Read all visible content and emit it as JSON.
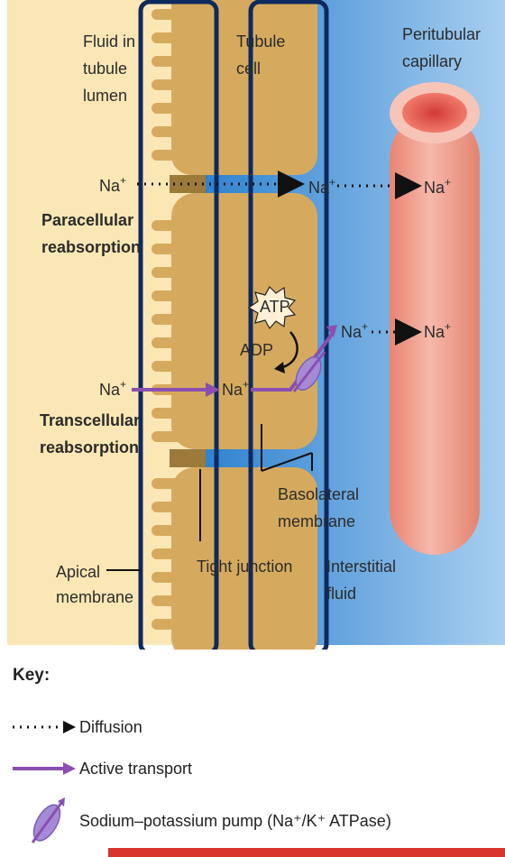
{
  "labels": {
    "fluid_in_tubule_lumen": [
      "Fluid in",
      "tubule",
      "lumen"
    ],
    "tubule_cell": [
      "Tubule",
      "cell"
    ],
    "peritubular_capillary": [
      "Peritubular",
      "capillary"
    ],
    "paracellular_reabsorption": [
      "Paracellular",
      "reabsorption"
    ],
    "transcellular_reabsorption": [
      "Transcellular",
      "reabsorption"
    ],
    "basolateral_membrane": [
      "Basolateral",
      "membrane"
    ],
    "tight_junction": "Tight junction",
    "apical_membrane": [
      "Apical",
      "membrane"
    ],
    "interstitial_fluid": [
      "Interstitial",
      "fluid"
    ],
    "atp": "ATP",
    "adp": "ADP",
    "na": "Na",
    "na_superscript": "+"
  },
  "key": {
    "title": "Key:",
    "diffusion": "Diffusion",
    "active_transport": "Active transport",
    "pump": "Sodium–potassium pump (Na⁺/K⁺ ATPase)"
  },
  "colors": {
    "lumen_bg": "#fbe7b5",
    "interstitial_blue": "#3b8fd6",
    "cell_tan": "#d6aa5e",
    "capillary_pink": "#ef9c8c",
    "active_purple": "#8a4fb0",
    "highlight_navy": "#0d2a5e"
  }
}
